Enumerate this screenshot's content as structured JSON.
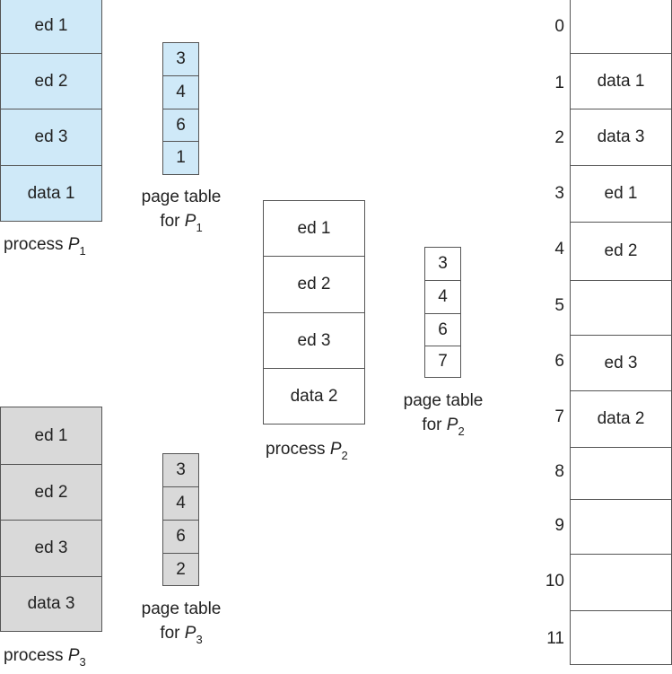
{
  "process1": {
    "pages": [
      "ed 1",
      "ed 2",
      "ed 3",
      "data 1"
    ],
    "label_prefix": "process ",
    "label_var": "P",
    "label_sub": "1"
  },
  "page_table1": {
    "entries": [
      "3",
      "4",
      "6",
      "1"
    ],
    "label_line1": "page table",
    "label_prefix": "for ",
    "label_var": "P",
    "label_sub": "1"
  },
  "process2": {
    "pages": [
      "ed 1",
      "ed 2",
      "ed 3",
      "data 2"
    ],
    "label_prefix": "process ",
    "label_var": "P",
    "label_sub": "2"
  },
  "page_table2": {
    "entries": [
      "3",
      "4",
      "6",
      "7"
    ],
    "label_line1": "page table",
    "label_prefix": "for ",
    "label_var": "P",
    "label_sub": "2"
  },
  "process3": {
    "pages": [
      "ed 1",
      "ed 2",
      "ed 3",
      "data 3"
    ],
    "label_prefix": "process ",
    "label_var": "P",
    "label_sub": "3"
  },
  "page_table3": {
    "entries": [
      "3",
      "4",
      "6",
      "2"
    ],
    "label_line1": "page table",
    "label_prefix": "for ",
    "label_var": "P",
    "label_sub": "3"
  },
  "memory": {
    "frame_numbers": [
      "0",
      "1",
      "2",
      "3",
      "4",
      "5",
      "6",
      "7",
      "8",
      "9",
      "10",
      "11"
    ],
    "frame_contents": [
      "",
      "data 1",
      "data 3",
      "ed 1",
      "ed 2",
      "",
      "ed 3",
      "data 2",
      "",
      "",
      "",
      ""
    ]
  },
  "colors": {
    "process1": "#cfe9f8",
    "process3": "#d9d9d9",
    "border": "#555555"
  }
}
